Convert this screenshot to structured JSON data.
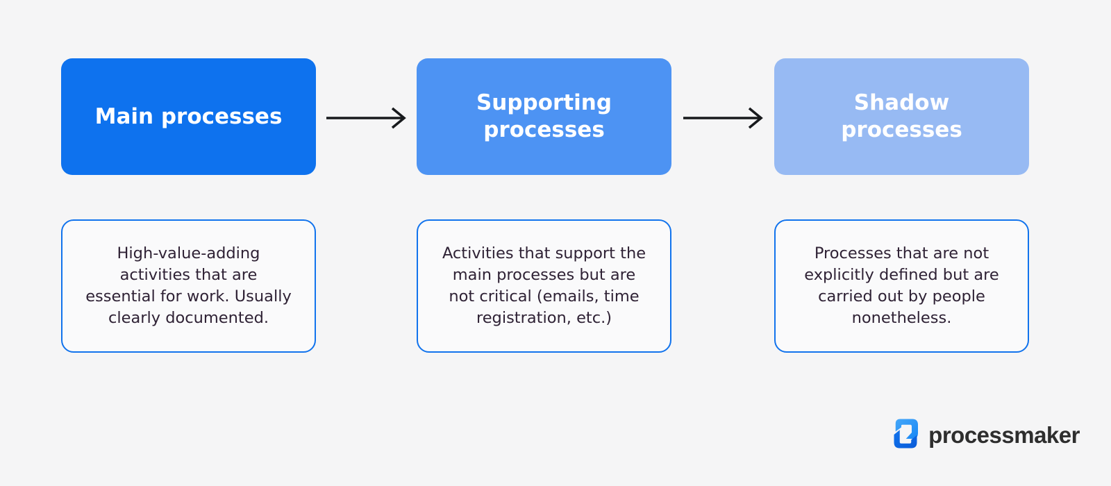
{
  "page": {
    "background_color": "#f5f5f6"
  },
  "flow": {
    "steps": [
      {
        "title": "Main processes",
        "title_bg": "#0e72ee",
        "description": "High-value-adding activities that are essential for work. Usually clearly documented."
      },
      {
        "title": "Supporting processes",
        "title_bg": "#4d93f3",
        "description": "Activities that support the main processes but are not critical (emails, time registration, etc.)"
      },
      {
        "title": "Shadow processes",
        "title_bg": "#97baf3",
        "description": "Processes that are not explicitly defined but are carried out by people nonetheless."
      }
    ],
    "title_text_color": "#ffffff",
    "description_text_color": "#2f2235",
    "description_border_color": "#1173ed",
    "description_bg_color": "#fafafb",
    "arrow_color": "#17191c"
  },
  "brand": {
    "wordmark": "processmaker",
    "wordmark_color": "#2e2e2e",
    "logo_icon": "processmaker-p-mark",
    "logo_gradient_light_start": "#45a7f9",
    "logo_gradient_light_end": "#1787f5",
    "logo_gradient_dark_start": "#1173ed",
    "logo_gradient_dark_end": "#0a5cd8"
  }
}
